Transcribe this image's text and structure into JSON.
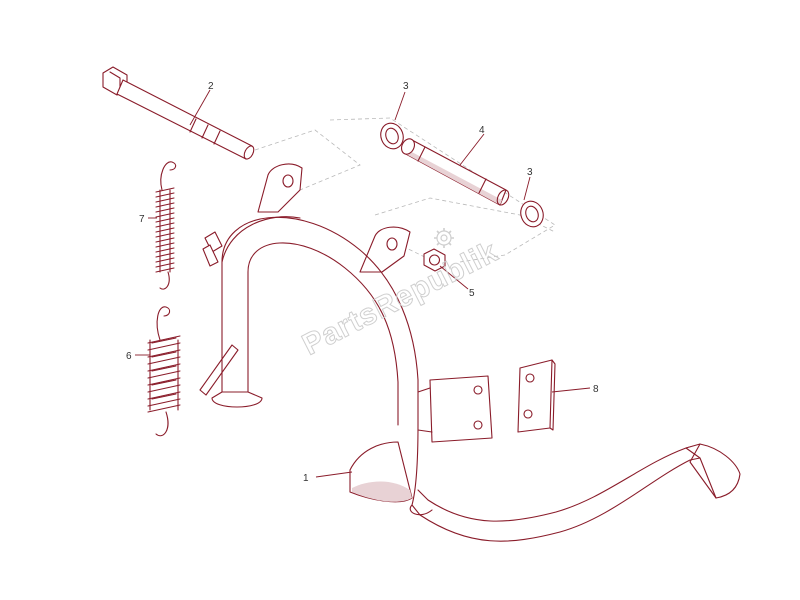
{
  "watermark": {
    "text": "PartsRepublik",
    "icon": "gear-icon"
  },
  "callouts": {
    "p1": "1",
    "p2": "2",
    "p3a": "3",
    "p3b": "3",
    "p4": "4",
    "p5": "5",
    "p6": "6",
    "p7": "7",
    "p8": "8"
  },
  "colors": {
    "line": "#8a1c2a",
    "guide": "#b9b9b9",
    "label": "#333333",
    "watermark": "#cfcfcf"
  }
}
